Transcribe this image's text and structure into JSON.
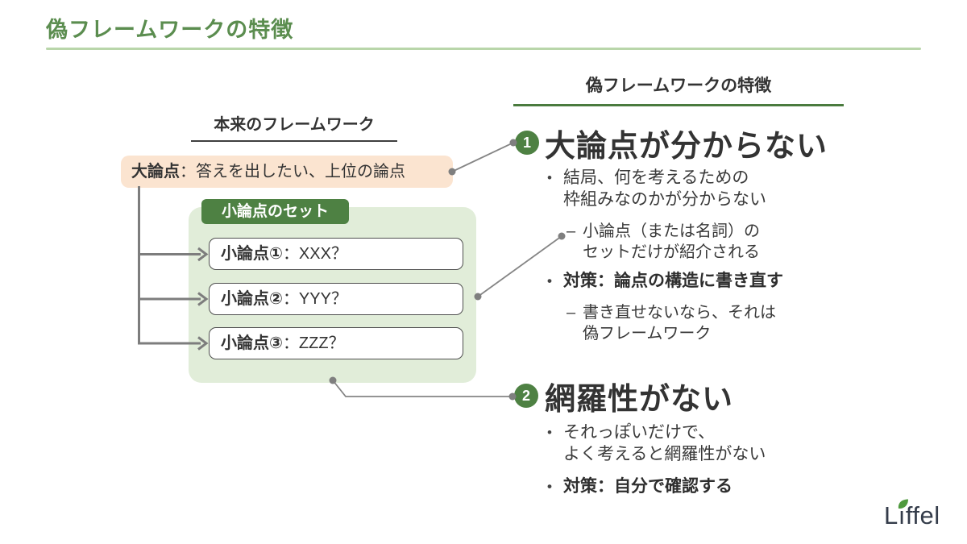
{
  "slide": {
    "title": "偽フレームワークの特徴",
    "colors": {
      "title_green": "#5b8d4f",
      "rule_light_green": "#b9d6aa",
      "dark_green": "#4e8143",
      "container_green": "#e1edd9",
      "peach": "#fbe4d0",
      "line_gray": "#7d7d7d",
      "text": "#333333",
      "logo_navy": "#343c4a",
      "leaf_green": "#4f9a3e"
    }
  },
  "left_diagram": {
    "heading": "本来のフレームワーク",
    "main_issue": {
      "term": "大論点",
      "rest": "：答えを出したい、上位の論点"
    },
    "set_label": "小論点のセット",
    "sub_issues": [
      {
        "term": "小論点①",
        "rest": "：XXX？"
      },
      {
        "term": "小論点②",
        "rest": "：YYY？"
      },
      {
        "term": "小論点③",
        "rest": "：ZZZ？"
      }
    ]
  },
  "right_panel": {
    "heading": "偽フレームワークの特徴",
    "markers": {
      "dot": "•",
      "dash": "–"
    },
    "features": [
      {
        "number": "1",
        "title": "大論点が分からない",
        "bullets": [
          {
            "lines": [
              "結局、何を考えるための",
              "枠組みなのかが分からない"
            ]
          },
          {
            "lines": [
              "小論点（または名詞）の",
              "セットだけが紹介される"
            ]
          },
          {
            "lines": [
              "対策：論点の構造に書き直す"
            ]
          },
          {
            "lines": [
              "書き直せないなら、それは",
              "偽フレームワーク"
            ]
          }
        ]
      },
      {
        "number": "2",
        "title": "網羅性がない",
        "bullets": [
          {
            "lines": [
              "それっぽいだけで、",
              "よく考えると網羅性がない"
            ]
          },
          {
            "lines": [
              "対策：自分で確認する"
            ]
          }
        ]
      }
    ]
  },
  "logo": {
    "brand": "Liffel",
    "parts": [
      "L",
      "ı",
      "ffel"
    ]
  }
}
